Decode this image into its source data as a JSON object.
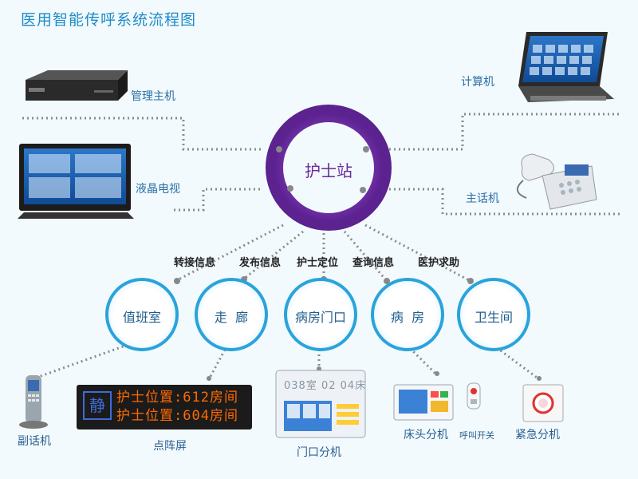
{
  "title": "医用智能传呼系统流程图",
  "center": {
    "label": "护士站"
  },
  "peripherals": {
    "management_host": "管理主机",
    "lcd_tv": "液晶电视",
    "computer": "计算机",
    "master_phone": "主话机"
  },
  "functions": [
    "转接信息",
    "发布信息",
    "护士定位",
    "查询信息",
    "医护求助"
  ],
  "locations": [
    "值班室",
    "走  廊",
    "病房门口",
    "病  房",
    "卫生间"
  ],
  "devices": {
    "handset": "副话机",
    "led_display": "点阵屏",
    "door_unit": "门口分机",
    "bedside_unit": "床头分机",
    "call_switch": "呼叫开关",
    "emergency_unit": "紧急分机"
  },
  "led_screen": {
    "icon_char": "静",
    "lines": [
      "护士位置:612房间",
      "护士位置:604房间"
    ]
  },
  "door_panel_text": "038室 02 04床",
  "colors": {
    "ring": "#6a2a9a",
    "bubble": "#2aa3db",
    "title": "#1f8bc7",
    "dots": "#888888",
    "led_bg": "#1b1b1b",
    "led_text": "#ff6a00"
  }
}
